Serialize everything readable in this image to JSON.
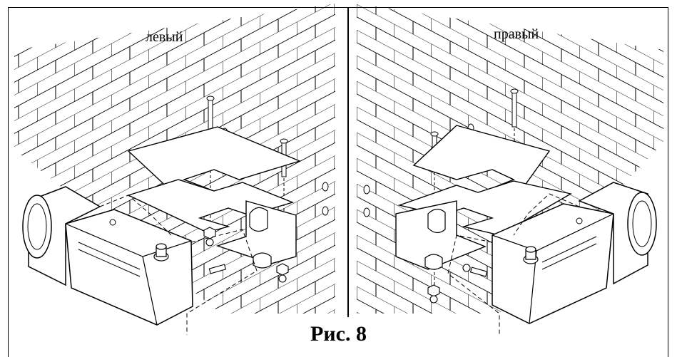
{
  "top_caption": "",
  "panels": {
    "left_label": "левый",
    "right_label": "правый"
  },
  "figure_caption": "Рис. 8"
}
